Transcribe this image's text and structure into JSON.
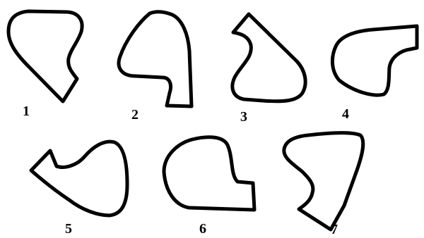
{
  "figure": {
    "shapes": [
      {
        "label": "1"
      },
      {
        "label": "2"
      },
      {
        "label": "3"
      },
      {
        "label": "4"
      },
      {
        "label": "5"
      },
      {
        "label": "6"
      },
      {
        "label": "7"
      }
    ]
  }
}
